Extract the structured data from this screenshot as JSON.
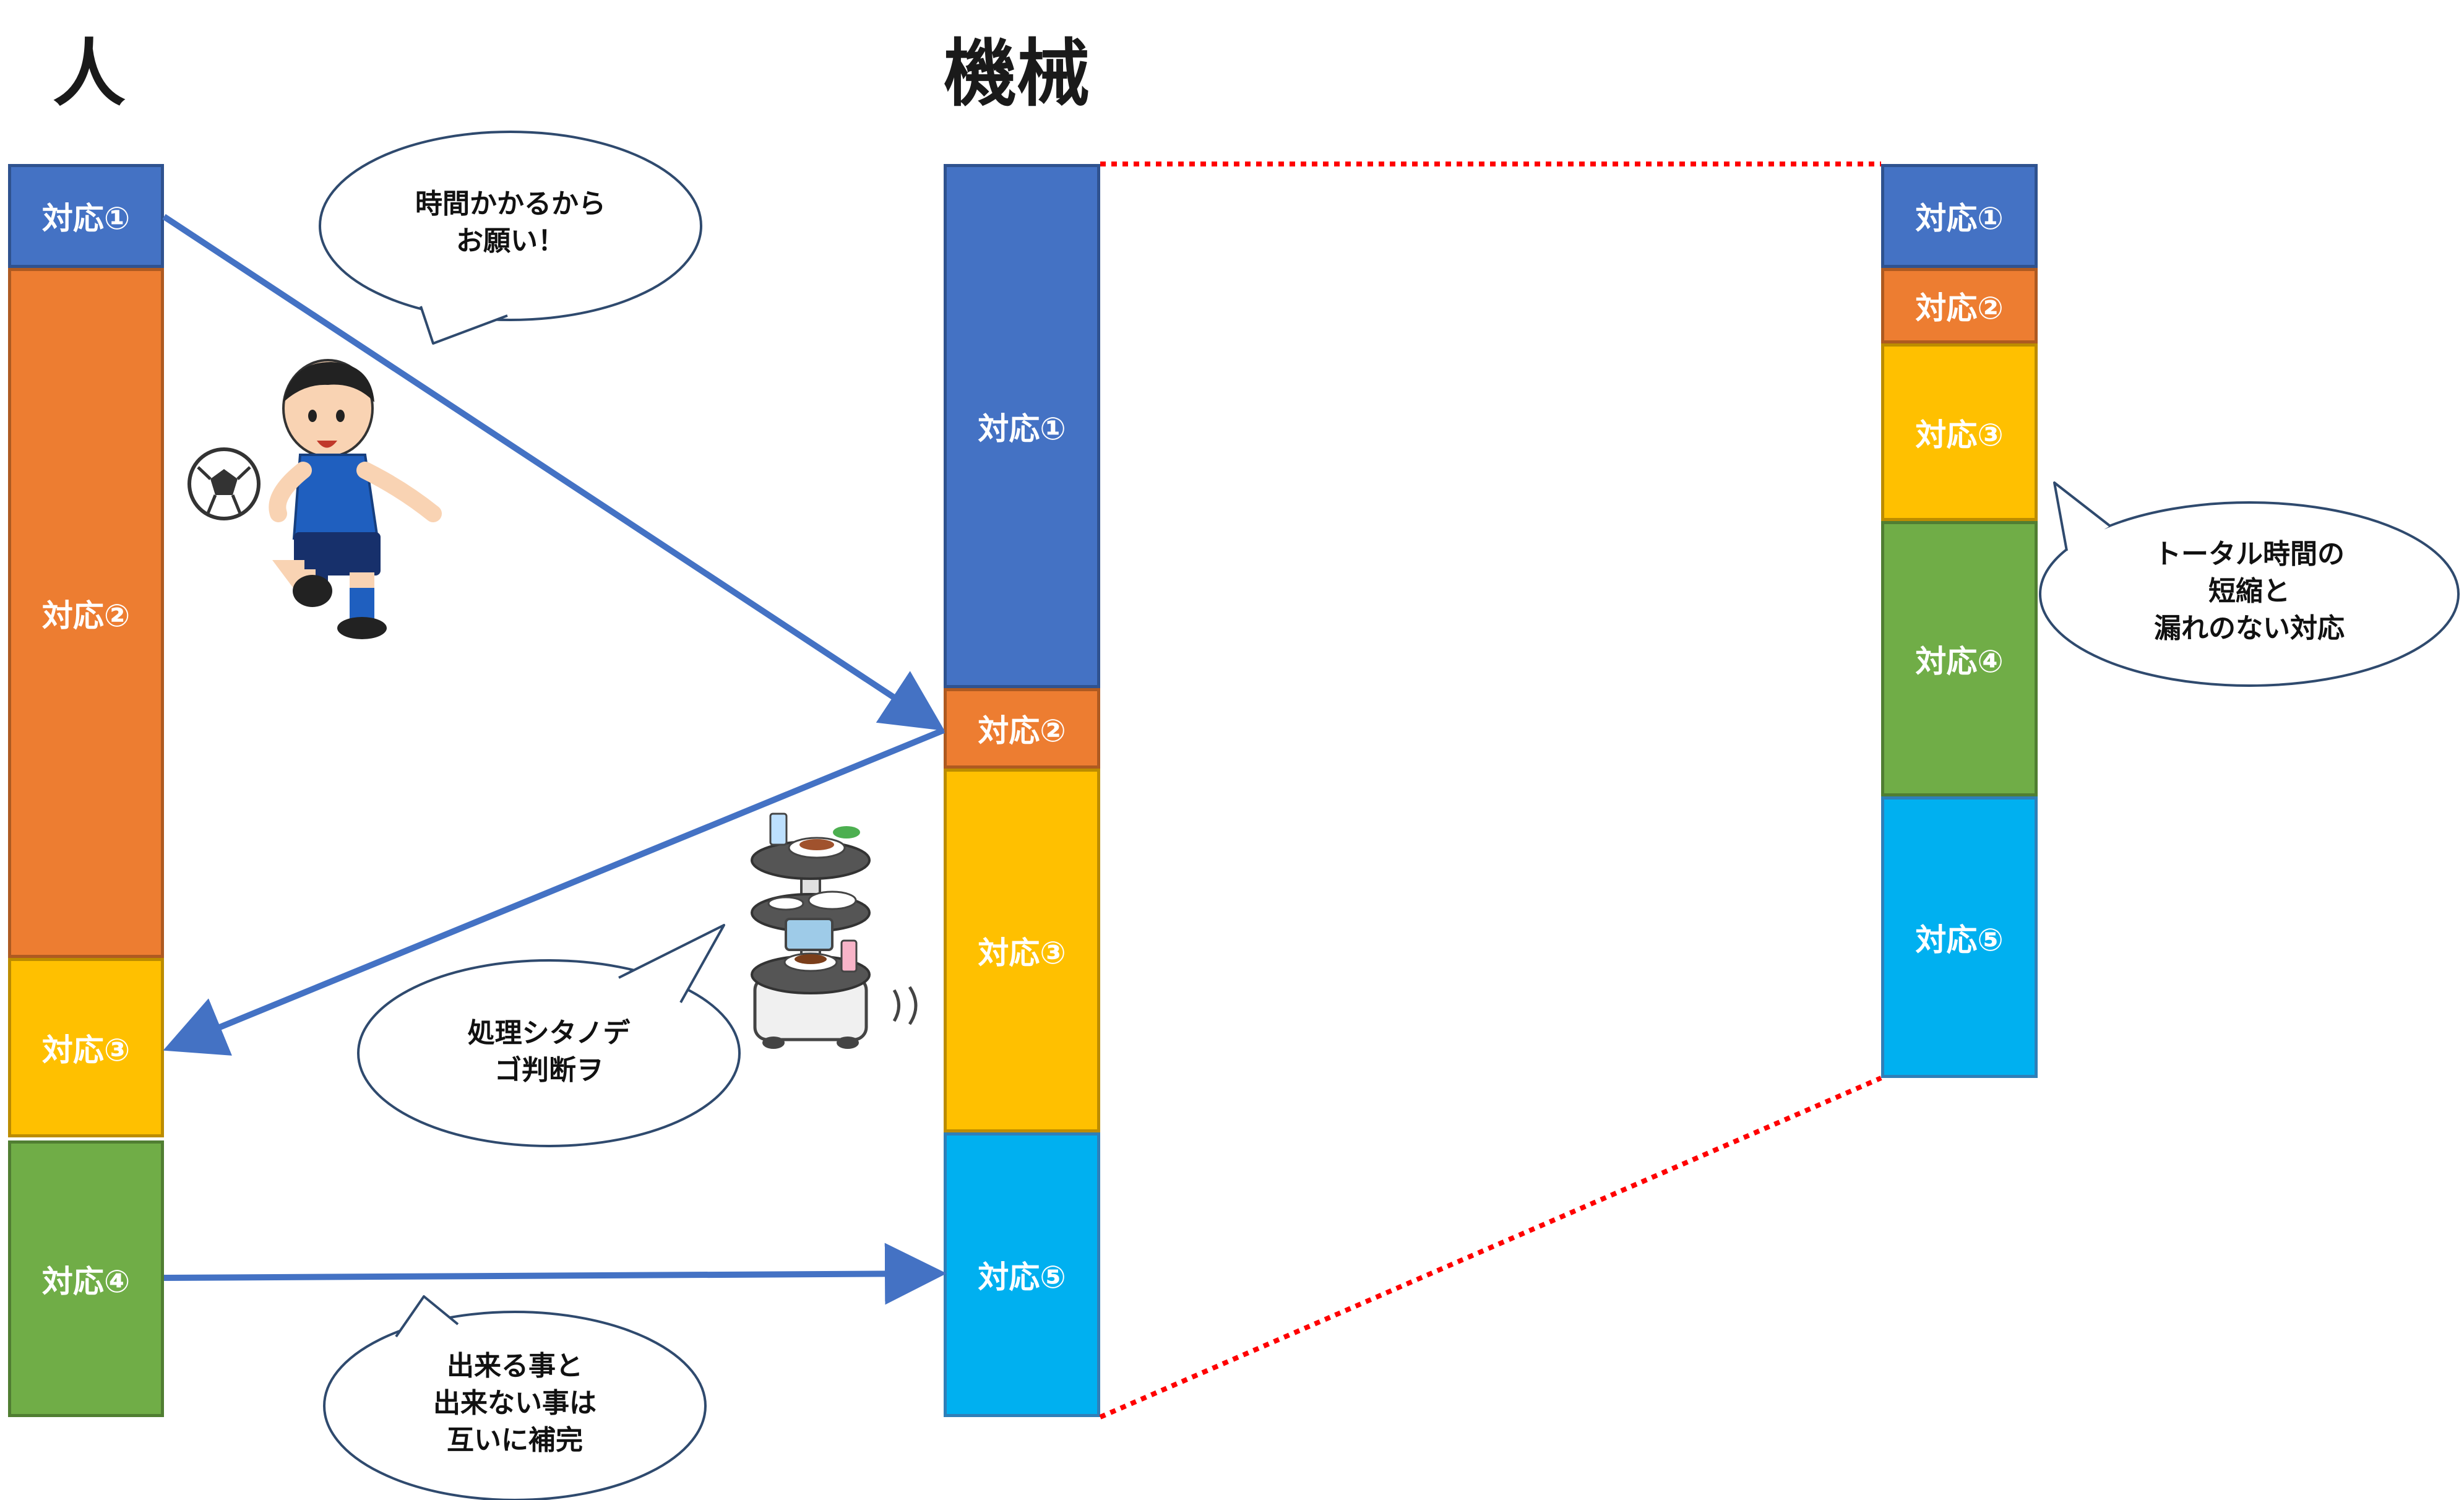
{
  "titles": {
    "human": "人",
    "machine": "機械"
  },
  "columns": {
    "human": [
      "対応①",
      "対応②",
      "対応③",
      "対応④"
    ],
    "machine": [
      "対応①",
      "対応②",
      "対応③",
      "対応⑤"
    ],
    "result": [
      "対応①",
      "対応②",
      "対応③",
      "対応④",
      "対応⑤"
    ]
  },
  "bubbles": {
    "time_request": [
      "時間かかるから",
      "お願い！"
    ],
    "robot_says": [
      "処理シタノデ",
      "ゴ判断ヲ"
    ],
    "complement": [
      "出来る事と",
      "出来ない事は",
      "互いに補完"
    ],
    "summary": [
      "トータル時間の",
      "短縮と",
      "漏れのない対応"
    ]
  },
  "icons": {
    "human": "soccer-player-icon",
    "machine": "serving-robot-icon"
  },
  "colors": {
    "blue": "#4472c4",
    "orange": "#ed7d31",
    "yellow": "#ffc000",
    "green": "#70ad47",
    "cyan": "#00b0f0",
    "arrow": "#4472c4",
    "dotted": "#ff0000"
  }
}
